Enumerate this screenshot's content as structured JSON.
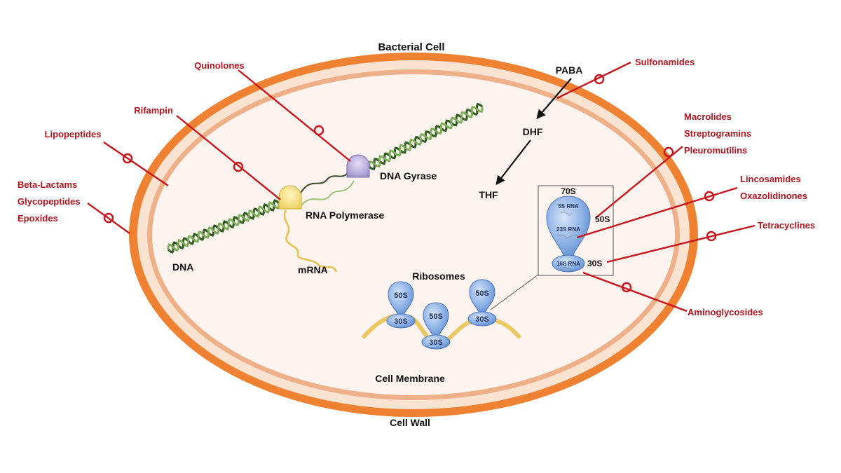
{
  "title": "Bacterial Cell",
  "structures": {
    "cell_wall": "Cell Wall",
    "cell_membrane": "Cell Membrane",
    "dna": "DNA",
    "mrna": "mRNA",
    "rna_polymerase": "RNA Polymerase",
    "dna_gyrase": "DNA Gyrase",
    "ribosomes": "Ribosomes"
  },
  "folate_pathway": [
    "PABA",
    "DHF",
    "THF"
  ],
  "ribosome_detail": {
    "title": "70S",
    "large_subunit": "50S",
    "small_subunit": "30S",
    "rna": [
      "5S RNA",
      "23S RNA",
      "16S RNA"
    ]
  },
  "ribosome_units": [
    {
      "large": "50S",
      "small": "30S"
    },
    {
      "large": "50S",
      "small": "30S"
    },
    {
      "large": "50S",
      "small": "30S"
    }
  ],
  "antibiotics": {
    "quinolones": [
      "Quinolones"
    ],
    "rifampin": [
      "Rifampin"
    ],
    "lipopeptides": [
      "Lipopeptides"
    ],
    "cell_wall_agents": [
      "Beta-Lactams",
      "Glycopeptides",
      "Epoxides"
    ],
    "sulfonamides": [
      "Sulfonamides"
    ],
    "macrolides_group": [
      "Macrolides",
      "Streptogramins",
      "Pleuromutilins"
    ],
    "lincosamides_group": [
      "Lincosamides",
      "Oxazolidinones"
    ],
    "tetracyclines": [
      "Tetracyclines"
    ],
    "aminoglycosides": [
      "Aminoglycosides"
    ]
  },
  "colors": {
    "cell_wall": "#ee8232",
    "periplasm": "#fbe3d2",
    "membrane": "#eeb088",
    "cytoplasm": "#fdf4ef",
    "inhibitor": "#c8161d",
    "dna": "#4f7a35",
    "rna_polymerase": "#f6dc77",
    "dna_gyrase": "#b2a6d8",
    "ribosome": "#8db2e6",
    "mrna": "#e9c04c"
  }
}
